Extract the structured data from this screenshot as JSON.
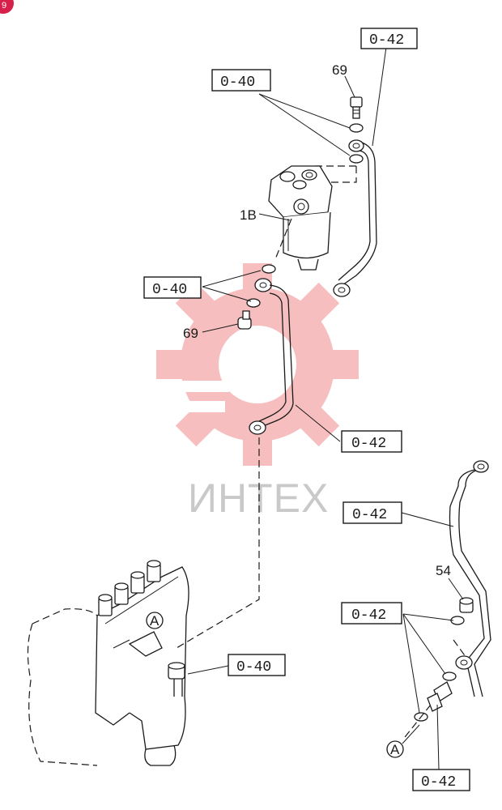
{
  "diagram": {
    "ref_labels": {
      "r1": "0-42",
      "r2": "0-40",
      "r3": "0-40",
      "r4": "0-42",
      "r5": "0-42",
      "r6": "0-42",
      "r7": "0-40",
      "r8": "0-42"
    },
    "part_numbers": {
      "bolt_top": "69",
      "filter": "1B",
      "bolt_mid": "69",
      "plug": "54"
    },
    "marker_letter": "A",
    "watermark": "ИНТЕХ"
  },
  "colors": {
    "line": "#1a1a1a",
    "watermark_logo": "#f08a8a",
    "watermark_text": "#c9c9c9",
    "corner_badge": "#d6204a"
  },
  "icons": [
    "gear-logo-watermark",
    "corner-badge-icon"
  ]
}
